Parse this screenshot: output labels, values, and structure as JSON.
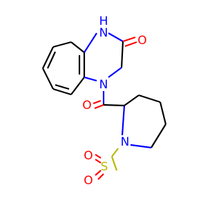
{
  "colors": {
    "carbon_bond": "#000000",
    "nitrogen": "#0000FF",
    "oxygen": "#FF0000",
    "sulfur": "#B8B800",
    "background": "#FFFFFF"
  },
  "atoms": {
    "nh": "H",
    "nh_n": "N",
    "carbonyl_o_ring": "O",
    "n_ring": "N",
    "amide_o": "O",
    "n_pip": "N",
    "s": "S",
    "o_s_top": "O",
    "o_s_bottom": "O"
  }
}
